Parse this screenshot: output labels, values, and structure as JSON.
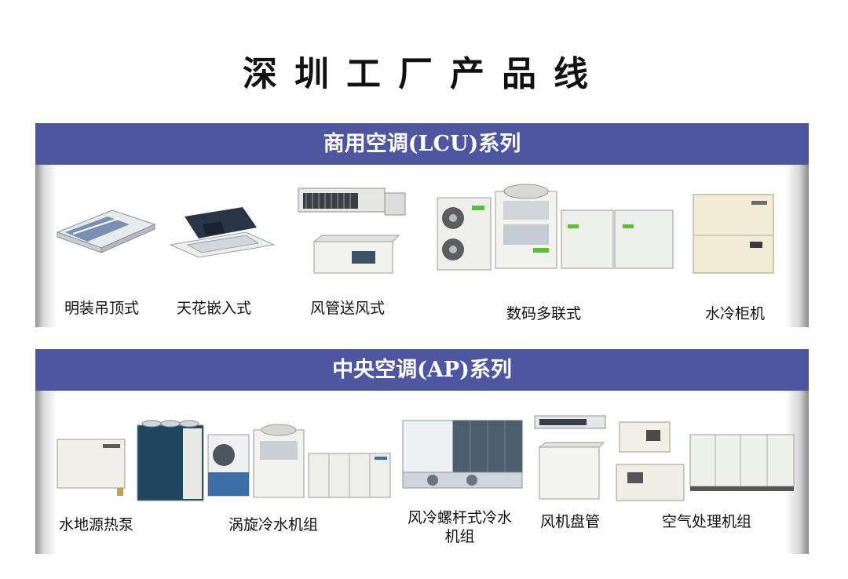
{
  "title": "深圳工厂产品线",
  "sections": [
    {
      "header": "商用空调(LCU)系列",
      "products": [
        {
          "name": "明装吊顶式",
          "icon": "ceiling-suspended-unit-icon"
        },
        {
          "name": "天花嵌入式",
          "icon": "cassette-unit-icon"
        },
        {
          "name": "风管送风式",
          "icon": "ducted-unit-icon"
        },
        {
          "name": "数码多联式",
          "icon": "vrf-outdoor-units-icon"
        },
        {
          "name": "水冷柜机",
          "icon": "water-cooled-cabinet-icon"
        }
      ]
    },
    {
      "header": "中央空调(AP)系列",
      "products": [
        {
          "name": "水地源热泵",
          "icon": "water-source-heat-pump-icon"
        },
        {
          "name": "涡旋冷水机组",
          "icon": "scroll-chiller-icon"
        },
        {
          "name": "风冷螺杆式冷水\n机组",
          "icon": "air-cooled-screw-chiller-icon"
        },
        {
          "name": "风机盘管",
          "icon": "fan-coil-unit-icon"
        },
        {
          "name": "空气处理机组",
          "icon": "air-handling-unit-icon"
        }
      ]
    }
  ],
  "colors": {
    "band": "#4d569f",
    "unit": "#f2f2ee",
    "unit_dark": "#2b3a5a",
    "accent_green": "#5cbf3a"
  }
}
